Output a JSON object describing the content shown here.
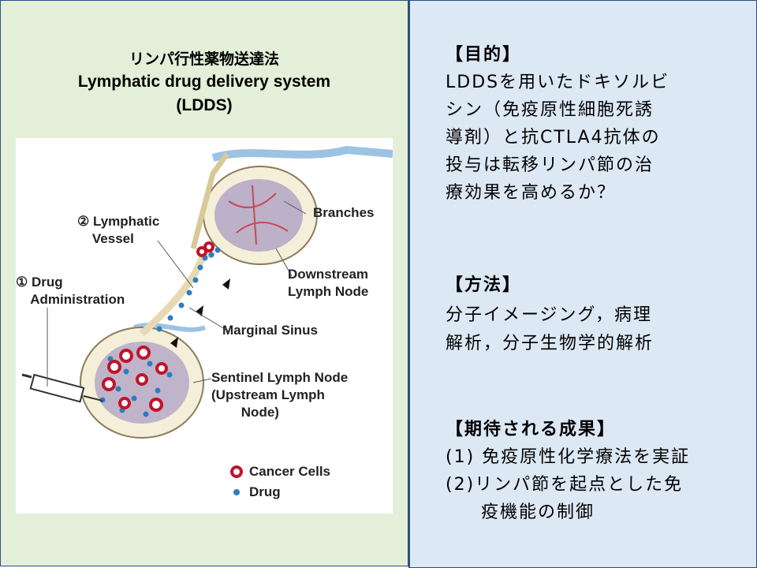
{
  "left": {
    "title_ja": "リンパ行性薬物送達法",
    "title_en": "Lymphatic drug delivery system",
    "title_abbr": "(LDDS)"
  },
  "figure": {
    "labels": {
      "lymphatic_vessel": "② Lymphatic\n    Vessel",
      "drug_admin": "① Drug\n    Administration",
      "branches": "Branches",
      "downstream": "Downstream\nLymph Node",
      "marginal_sinus": "Marginal Sinus",
      "sentinel": "Sentinel Lymph Node\n(Upstream Lymph\n        Node)"
    },
    "legend": {
      "cancer": "Cancer Cells",
      "drug": "Drug"
    },
    "colors": {
      "cancer": "#c0142a",
      "drug": "#2f7dc1",
      "node_fill": "#f5efd9",
      "node_inner": "#8a7aa6",
      "vessel": "#e6d9b4"
    }
  },
  "right": {
    "purpose_heading": "【目的】",
    "purpose_lines": [
      "LDDSを用いたドキソルビ",
      "シン（免疫原性細胞死誘",
      "導剤）と抗CTLA4抗体の",
      "投与は転移リンパ節の治",
      "療効果を高めるか？"
    ],
    "method_heading": "【方法】",
    "method_lines": [
      "分子イメージング，病理",
      "解析，分子生物学的解析"
    ],
    "result_heading": "【期待される成果】",
    "result_lines": [
      "(1) 免疫原性化学療法を実証",
      "(2)リンパ節を起点とした免",
      "     疫機能の制御"
    ]
  }
}
